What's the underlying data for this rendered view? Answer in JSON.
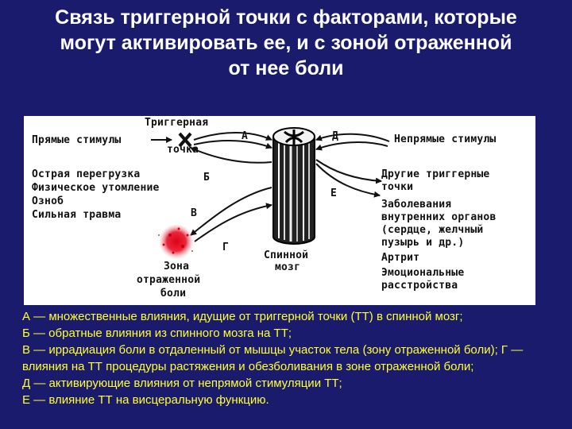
{
  "title": {
    "line1": "Связь триггерной точки с факторами, которые",
    "line2": "могут активировать ее, и с зоной отраженной",
    "line3": "от нее боли"
  },
  "diagram": {
    "direct_stimuli": "Прямые стимулы",
    "trigger_point_line1": "Триггерная",
    "trigger_point_line2": "точка",
    "left_factors": [
      "Острая перегрузка",
      "Физическое утомление",
      "Озноб",
      "Сильная травма"
    ],
    "arrow_labels": {
      "a": "А",
      "b": "Б",
      "v": "В",
      "g": "Г",
      "d": "Д",
      "e": "Е"
    },
    "referred_zone": [
      "Зона",
      "отраженной",
      "боли"
    ],
    "spinal_cord": [
      "Спинной",
      "мозг"
    ],
    "indirect_stimuli": "Непрямые стимулы",
    "right_factors": [
      "Другие триггерные",
      "точки",
      "Заболевания",
      "внутренних органов",
      "(сердце, желчный",
      "пузырь и др.)",
      "Артрит",
      "Эмоциональные",
      "расстройства"
    ]
  },
  "caption": [
    "А — множественные влияния, идущие от триггерной точки (ТТ) в спинной мозг;",
    "Б — обратные влияния из спинного мозга на ТТ;",
    "В — иррадиация боли в отдаленный от мышцы участок тела (зону отраженной боли); Г — влияния на ТТ процедуры растяжения и обезболивания в зоне отраженной боли;",
    "Д — активирующие влияния от непрямой стимуляции ТТ;",
    "Е — влияние ТТ на висцеральную функцию."
  ]
}
